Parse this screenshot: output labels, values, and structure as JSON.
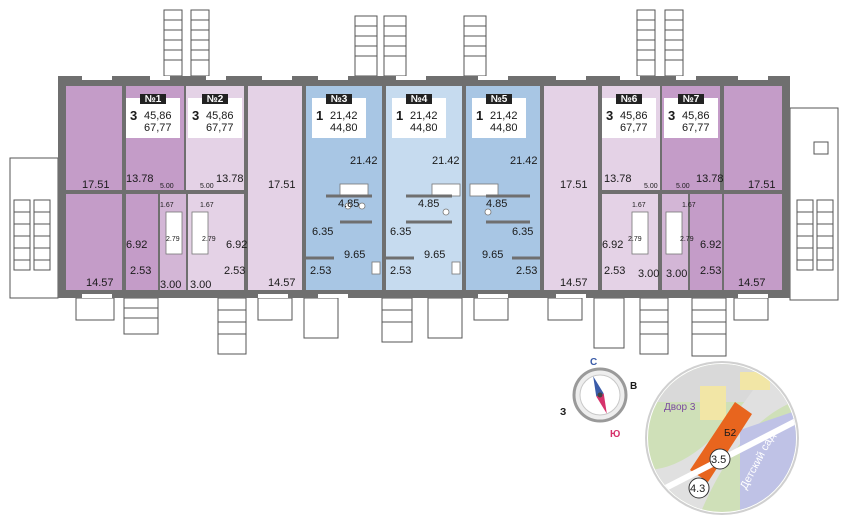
{
  "colors": {
    "wall": "#6f6f6f",
    "purple_dark": "#c49cc8",
    "purple_mid": "#d3b6d6",
    "purple_light": "#e4d2e6",
    "blue_dark": "#a8c6e4",
    "blue_mid": "#c6dbef",
    "compass_n": "#3a5ba8",
    "compass_s": "#d6336c",
    "map_building": "#e8651e"
  },
  "apartments": [
    {
      "num": "№1",
      "rooms": "3",
      "area_living": "45,86",
      "area_total": "67,77"
    },
    {
      "num": "№2",
      "rooms": "3",
      "area_living": "45,86",
      "area_total": "67,77"
    },
    {
      "num": "№3",
      "rooms": "1",
      "area_living": "21,42",
      "area_total": "44,80"
    },
    {
      "num": "№4",
      "rooms": "1",
      "area_living": "21,42",
      "area_total": "44,80"
    },
    {
      "num": "№5",
      "rooms": "1",
      "area_living": "21,42",
      "area_total": "44,80"
    },
    {
      "num": "№6",
      "rooms": "3",
      "area_living": "45,86",
      "area_total": "67,77"
    },
    {
      "num": "№7",
      "rooms": "3",
      "area_living": "45,86",
      "area_total": "67,77"
    }
  ],
  "room_areas": {
    "a1": [
      "17.51",
      "14.57",
      "13.78",
      "5.00",
      "1.67",
      "2.79",
      "6.92",
      "2.53",
      "3.00"
    ],
    "a2": [
      "13.78",
      "17.51",
      "5.00",
      "1.67",
      "2.79",
      "6.92",
      "2.53",
      "3.00",
      "14.57"
    ],
    "a3": [
      "21.42",
      "4.85",
      "6.35",
      "9.65",
      "2.53"
    ],
    "a4": [
      "21.42",
      "4.85",
      "6.35",
      "9.65",
      "2.53"
    ],
    "a5": [
      "21.42",
      "4.85",
      "6.35",
      "9.65",
      "2.53"
    ],
    "a6": [
      "17.51",
      "14.57",
      "13.78",
      "5.00",
      "1.67",
      "2.79",
      "6.92",
      "2.53",
      "3.00"
    ],
    "a7": [
      "13.78",
      "17.51",
      "5.00",
      "1.67",
      "2.79",
      "6.92",
      "2.53",
      "3.00",
      "14.57"
    ]
  },
  "compass": {
    "north": "С",
    "east": "В",
    "west": "З",
    "south": "Ю"
  },
  "map": {
    "yard_label": "Двор 3",
    "building_label": "Б2",
    "kindergarten_label": "Детский сад",
    "marker_1": "3.5",
    "marker_2": "4.3"
  }
}
